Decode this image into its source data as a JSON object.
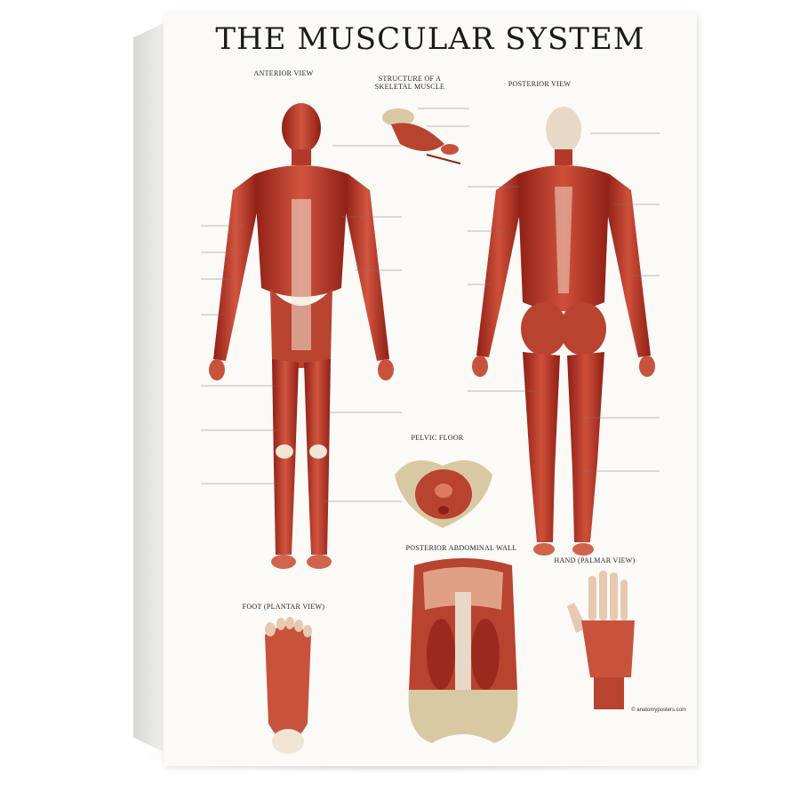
{
  "poster": {
    "title": "THE MUSCULAR SYSTEM",
    "credit": "© anatomyposters.com"
  },
  "sections": {
    "anterior": "ANTERIOR VIEW",
    "skeletal_muscle": "STRUCTURE OF A SKELETAL MUSCLE",
    "posterior": "POSTERIOR VIEW",
    "pelvic_floor": "PELVIC FLOOR",
    "abdominal_wall": "POSTERIOR ABDOMINAL WALL",
    "foot": "FOOT (PLANTAR VIEW)",
    "hand": "HAND (PALMAR VIEW)"
  },
  "colors": {
    "muscle": "#c0392b",
    "muscle_dark": "#8e1f16",
    "muscle_light": "#e07a5f",
    "tendon": "#f1e6d6",
    "bone": "#d9c9a3"
  }
}
